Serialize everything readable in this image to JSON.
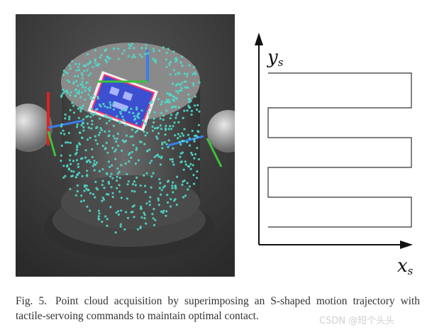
{
  "figure": {
    "number": "Fig. 5.",
    "caption": "Point cloud acquisition by superimposing an S-shaped motion trajectory with tactile-servoing commands to maintain optimal contact.",
    "watermark": "CSDN @短个头头"
  },
  "photo": {
    "description_icon": "robot-tactile-sensor-point-cloud",
    "point_cloud_color": "#4fd8c8",
    "sensor_color": "#3b4fd0"
  },
  "trajectory": {
    "y_label": "y",
    "y_sub": "s",
    "x_label": "x",
    "x_sub": "s",
    "line_color": "#333333",
    "axis_color": "#111111"
  }
}
